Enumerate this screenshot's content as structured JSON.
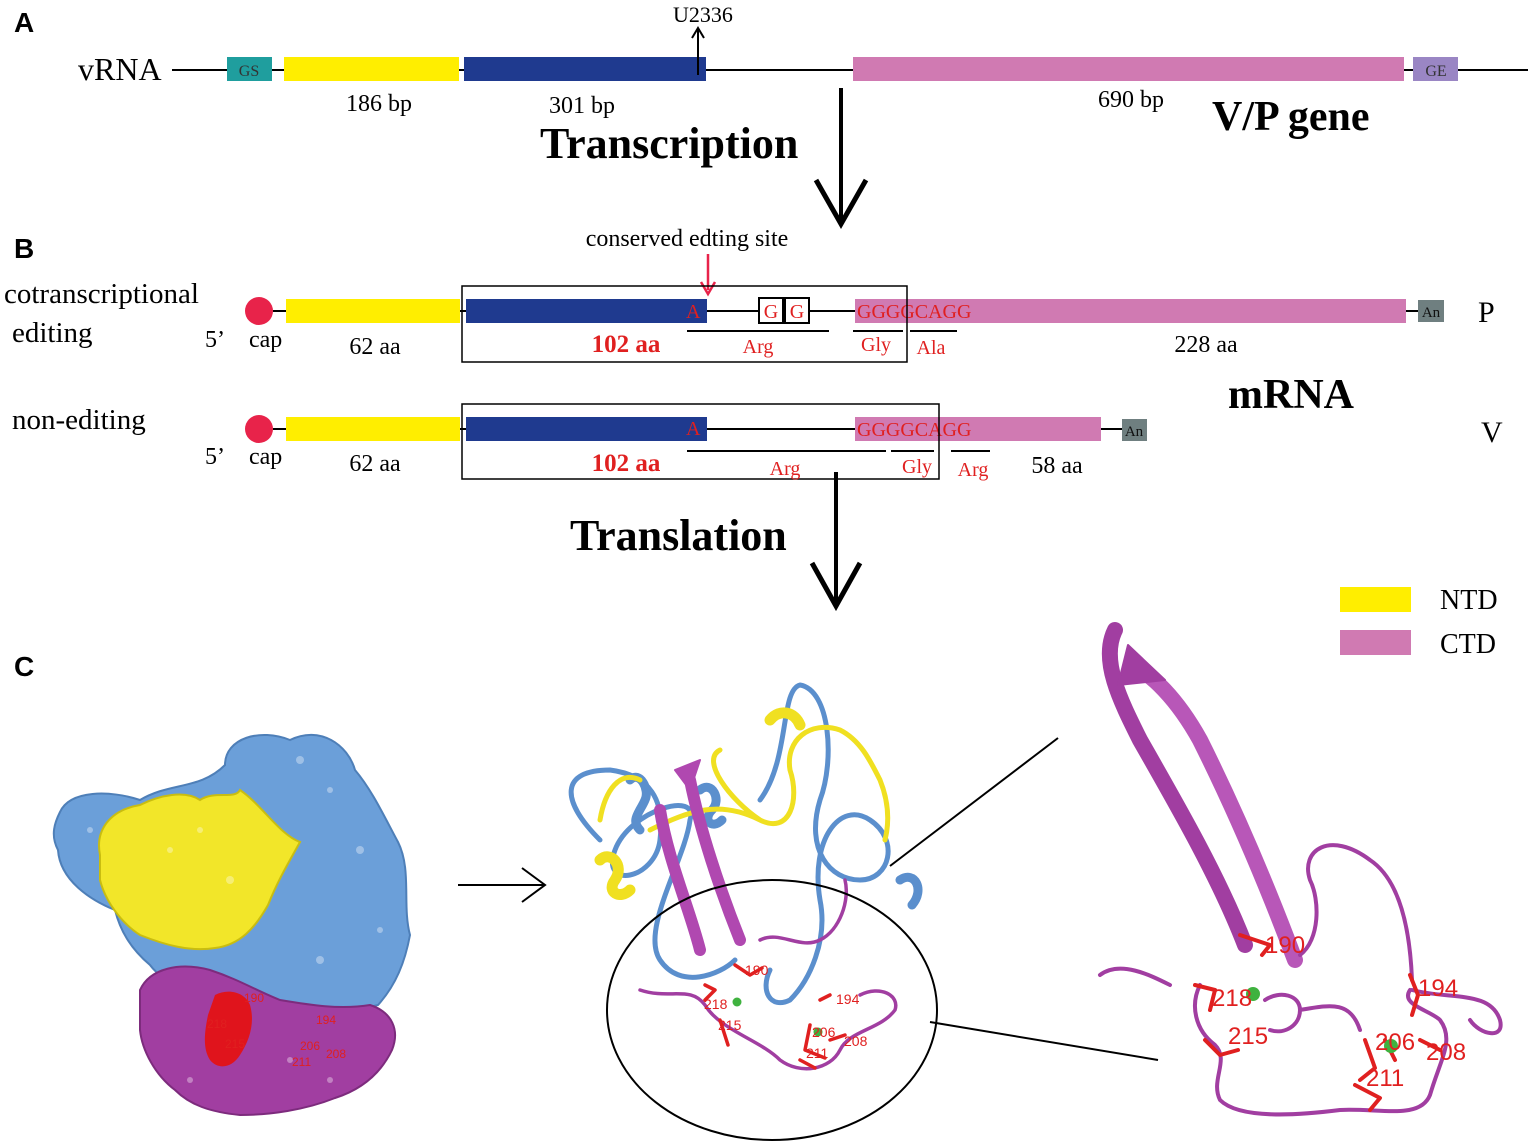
{
  "panels": {
    "a": "A",
    "b": "B",
    "c": "C"
  },
  "colors": {
    "gs": "#1f9e9e",
    "ntd": "#ffee00",
    "blue": "#1f3a8f",
    "ctd": "#d07ab2",
    "ge": "#9a86c4",
    "an": "#6f7f80",
    "cap": "#e8234a",
    "red": "#e02020",
    "surface_blue": "#6b9fd9",
    "surface_purple": "#a13ea1"
  },
  "vrna": {
    "label": "vRNA",
    "gs": "GS",
    "ge": "GE",
    "len_yellow": "186 bp",
    "len_blue": "301 bp",
    "len_pink": "690 bp",
    "site": "U2336",
    "gene": "V/P gene"
  },
  "transcription": "Transcription",
  "translation": "Translation",
  "edit_site": "conserved edting site",
  "mrna": "mRNA",
  "p_row": {
    "label_line1": "cotranscriptional",
    "label_line2": "editing",
    "five": "5’",
    "cap": "cap",
    "ntd_len": "62 aa",
    "blue_len": "102 aa",
    "a": "A",
    "g1": "G",
    "g2": "G",
    "seq": "GGGGCAGG",
    "arg": "Arg",
    "gly": "Gly",
    "ala": "Ala",
    "ctd_len": "228 aa",
    "an": "An",
    "letter": "P"
  },
  "v_row": {
    "label": "non-editing",
    "five": "5’",
    "cap": "cap",
    "ntd_len": "62 aa",
    "blue_len": "102 aa",
    "a": "A",
    "seq": "GGGGCAGG",
    "arg": "Arg",
    "gly": "Gly",
    "arg2": "Arg",
    "ctd_len": "58 aa",
    "an": "An",
    "letter": "V"
  },
  "legend": [
    {
      "label": "NTD",
      "color": "#ffee00"
    },
    {
      "label": "CTD",
      "color": "#d07ab2"
    }
  ],
  "residues_small": [
    "190",
    "218",
    "215",
    "194",
    "206",
    "211",
    "208"
  ],
  "residues_mid": [
    "190",
    "218",
    "215",
    "194",
    "206",
    "211",
    "208"
  ],
  "residues_zoom": [
    "190",
    "218",
    "215",
    "194",
    "206",
    "211",
    "208"
  ]
}
